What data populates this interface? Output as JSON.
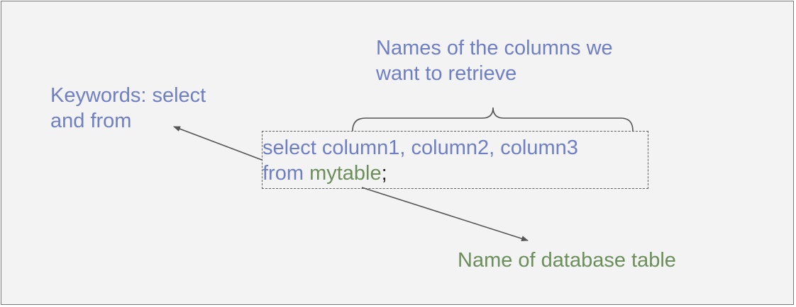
{
  "colors": {
    "blue": "#6f7fc4",
    "green": "#6b8f5a",
    "arrow": "#555555"
  },
  "annotations": {
    "keywords": [
      "Keywords: select",
      "and from"
    ],
    "columns": [
      "Names of the columns we",
      "want to retrieve"
    ],
    "table": "Name of database table"
  },
  "code": {
    "line1": {
      "keyword": "select",
      "rest": " column1, column2, column3"
    },
    "line2": {
      "keyword": "from",
      "space": " ",
      "table": "mytable",
      "terminator": ";"
    }
  }
}
